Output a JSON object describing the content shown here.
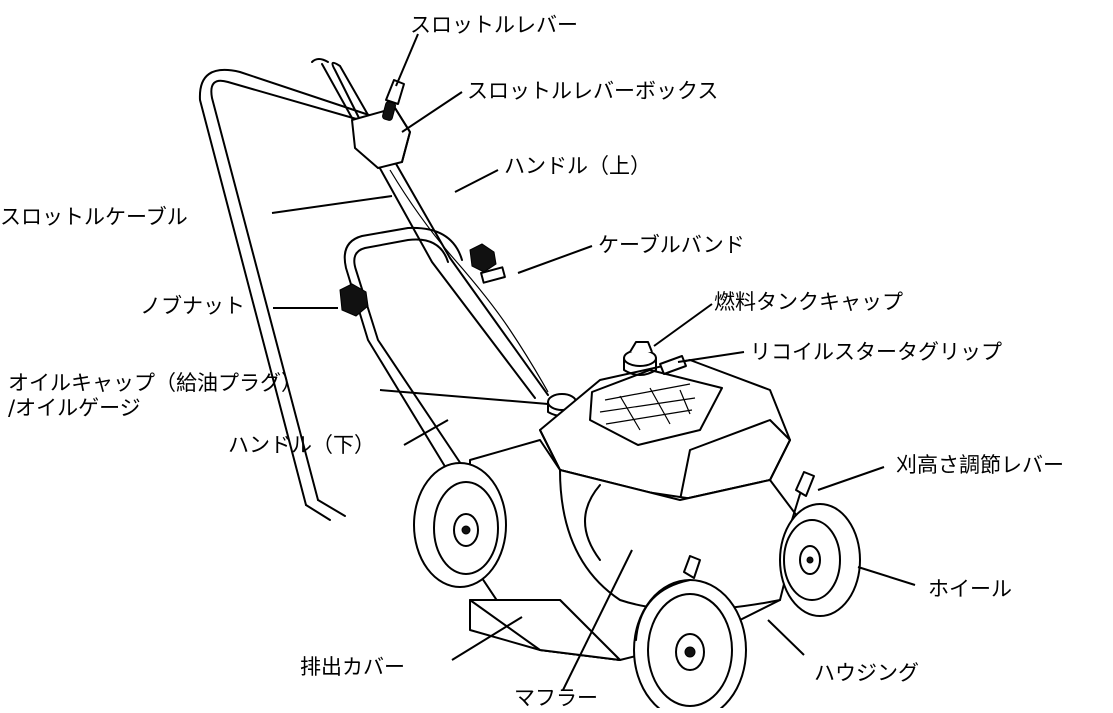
{
  "labels": {
    "throttle_lever": "スロットルレバー",
    "throttle_lever_box": "スロットルレバーボックス",
    "handle_upper": "ハンドル（上）",
    "throttle_cable": "スロットルケーブル",
    "cable_band": "ケーブルバンド",
    "knob_nut": "ノブナット",
    "fuel_tank_cap": "燃料タンクキャップ",
    "recoil_starter_grip": "リコイルスタータグリップ",
    "oil_cap_line1": "オイルキャップ（給油プラグ）",
    "oil_cap_line2": "/オイルゲージ",
    "handle_lower": "ハンドル（下）",
    "cutting_height_lever": "刈高さ調節レバー",
    "wheel": "ホイール",
    "discharge_cover": "排出カバー",
    "housing": "ハウジング",
    "muffler": "マフラー"
  }
}
